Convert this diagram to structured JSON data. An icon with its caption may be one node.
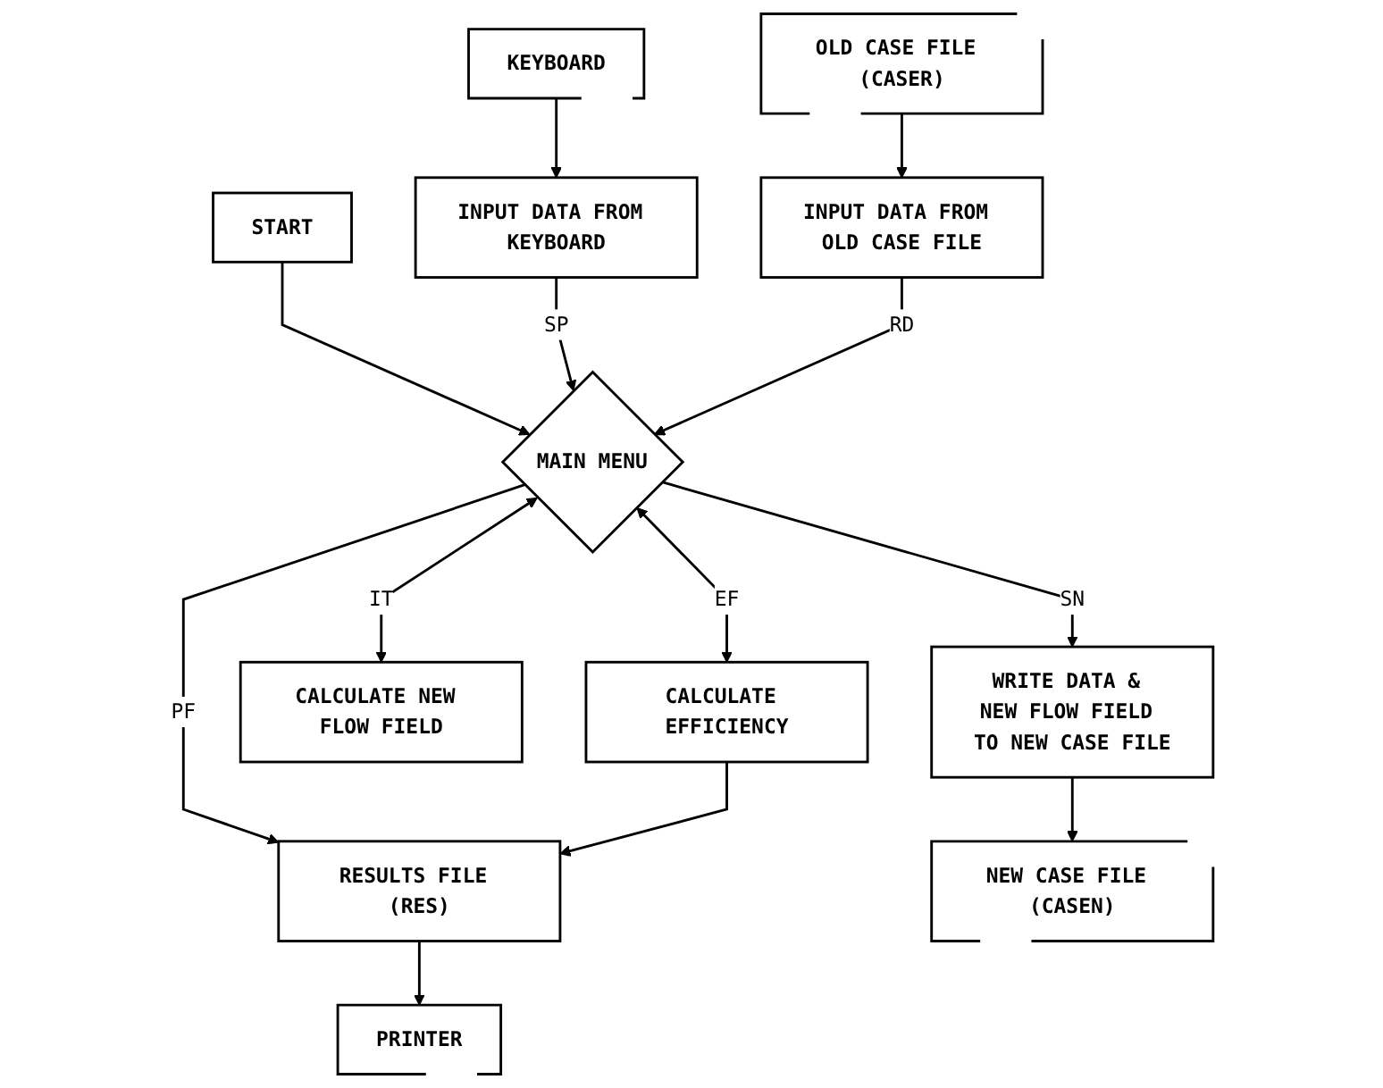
{
  "diagram": {
    "nodes": [
      {
        "text": [
          "KEYBOARD"
        ]
      },
      {
        "text": [
          "OLD CASE FILE (CASER)"
        ]
      },
      {
        "text": [
          "INPUT DATA FROM KEYBOARD"
        ]
      },
      {
        "text": [
          "START"
        ]
      },
      {
        "text": [
          "INPUT DATA FROM OLD CASE FILE"
        ]
      },
      {
        "text": [
          "MAIN MENU"
        ]
      },
      {
        "text": [
          "CALCULATE EFFICIENCY"
        ]
      },
      {
        "text": [
          "CALCULATE NEW FLOW FIELD"
        ]
      },
      {
        "text": [
          "RESULTS FILE (RES)"
        ]
      },
      {
        "text": [
          "WRITE DATA & NEW FLOW FIELD TO NEW CASE FILE"
        ]
      },
      {
        "text": [
          "PRINTER"
        ]
      },
      {
        "text": [
          "NEW CASE FILE (CASEN)"
        ]
      }
    ],
    "edges": [
      {
        "from": 0,
        "to": 2,
        "arrow": "to"
      },
      {
        "from": 1,
        "to": 4,
        "arrow": "to"
      },
      {
        "from": 3,
        "to": 5,
        "arrow": "to"
      },
      {
        "from": 2,
        "to": 5,
        "arrow": "to",
        "label": "SP"
      },
      {
        "from": 4,
        "to": 5,
        "arrow": "to",
        "label": "RD"
      },
      {
        "from": 5,
        "to": 6,
        "arrow": "both",
        "label": "EF"
      },
      {
        "from": 5,
        "to": 7,
        "arrow": "both",
        "label": "IT"
      },
      {
        "from": 5,
        "to": 9,
        "arrow": "to",
        "label": "SN"
      },
      {
        "from": 5,
        "to": 8,
        "arrow": "to",
        "label": "PF"
      },
      {
        "from": 6,
        "to": 8,
        "arrow": "to"
      },
      {
        "from": 8,
        "to": 10,
        "arrow": "to"
      },
      {
        "from": 9,
        "to": 11,
        "arrow": "to"
      }
    ]
  }
}
